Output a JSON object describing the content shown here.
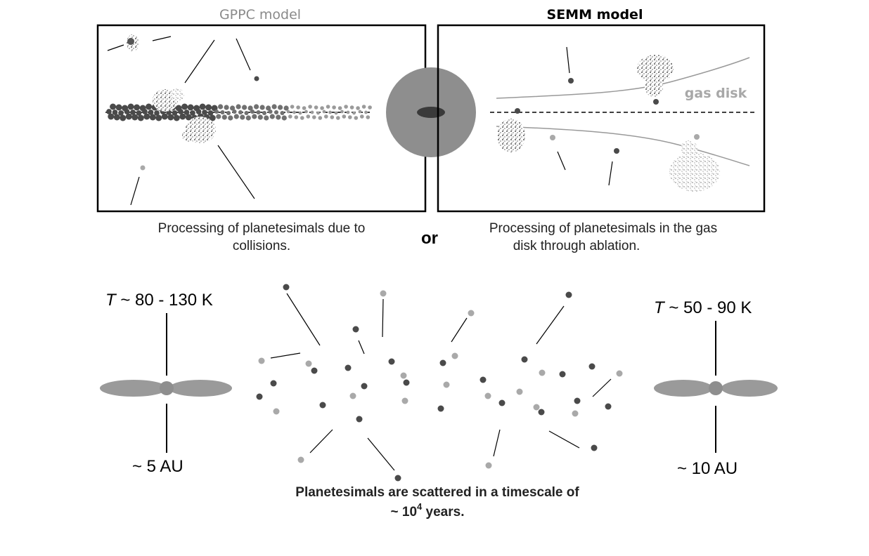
{
  "gppc_panel": {
    "title": "GPPC model",
    "caption_line1": "Processing of planetesimals due to",
    "caption_line2": "collisions."
  },
  "semm_panel": {
    "title": "SEMM model",
    "disk_label": "gas disk",
    "caption_line1": "Processing of planetesimals in the gas",
    "caption_line2": "disk through ablation."
  },
  "or_label": "or",
  "left_system": {
    "temp_symbol": "T",
    "temp_range": " ~  80 - 130 K",
    "distance": "~ 5 AU"
  },
  "right_system": {
    "temp_symbol": "T",
    "temp_range": " ~  50 - 90 K",
    "distance": "~ 10 AU"
  },
  "scatter_caption": {
    "line1": "Planetesimals are scattered in a timescale of",
    "line2_prefix": "~ 10",
    "line2_exponent": "4",
    "line2_suffix": " years."
  },
  "colors": {
    "dark_planetesimal": "#4a4a4a",
    "light_planetesimal": "#a9a9a9",
    "disk_fill": "#9a9a9a",
    "sun_fill": "#8e8e8e"
  }
}
